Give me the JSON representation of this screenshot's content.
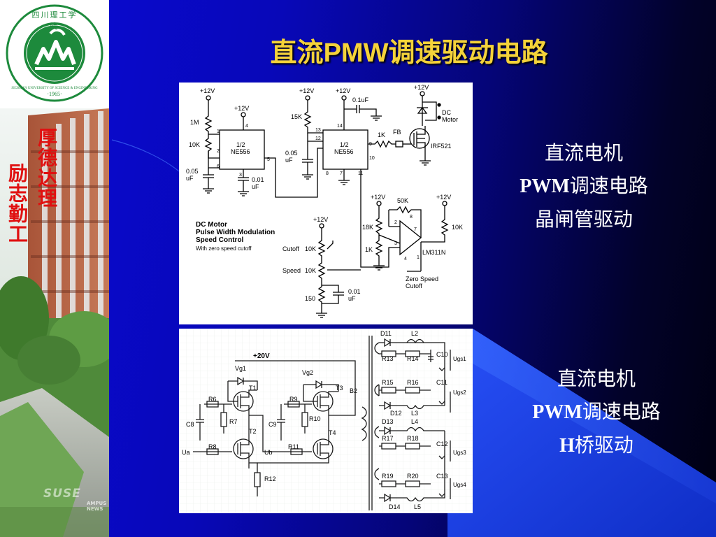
{
  "slide": {
    "title_latin": "PMW",
    "title_pre": "直流",
    "title_post": "调速驱动电路"
  },
  "sidebar": {
    "logo": {
      "name_cn": "四川理工学院",
      "name_en": "SICHUAN UNIVERSITY OF SCIENCE & ENGINEERING",
      "year": "·1965·"
    },
    "motto_line1": "厚德达理",
    "motto_line2": "励志勤工",
    "campus_mark": "SUSE",
    "campus_word_1": "AMPUS",
    "campus_word_2": "NEWS"
  },
  "figure1": {
    "supply": "+12V",
    "r1": "1M",
    "r2": "10K",
    "r3": "15K",
    "r4": "1K",
    "r5": "18K",
    "r6": "1K",
    "r7": "50K",
    "r8": "10K",
    "c1": "0.05",
    "c1u": "uF",
    "c2": "0.01",
    "c2u": "uF",
    "c3": "0.05",
    "c3u": "uF",
    "c4": "0.1uF",
    "c5": "0.01",
    "c5u": "uF",
    "chip1_a": "1/2",
    "chip1_b": "NE556",
    "chip2_a": "1/2",
    "chip2_b": "NE556",
    "fb": "FB",
    "mosfet": "IRF521",
    "motor_a": "DC",
    "motor_b": "Motor",
    "comparator": "LM311N",
    "cutoff_label": "Cutoff",
    "cutoff_val": "10K",
    "speed_label": "Speed",
    "speed_val": "10K",
    "r150": "150",
    "desc1": "DC Motor",
    "desc2": "Pulse Width Modulation",
    "desc3": "Speed Control",
    "desc4": "With zero speed cutoff",
    "zero1": "Zero Speed",
    "zero2": "Cutoff",
    "pins": {
      "p1": "1",
      "p2": "2",
      "p4": "4",
      "p6": "6",
      "p3": "3",
      "p5": "5",
      "p13": "13",
      "p12": "12",
      "p14": "14",
      "p9": "9",
      "p10": "10",
      "p8": "8",
      "p7": "7",
      "p11": "11",
      "op2": "2",
      "op3": "3",
      "op7": "7",
      "op4": "4",
      "op1": "1",
      "op8": "8"
    }
  },
  "figure2": {
    "supply": "+20V",
    "vg1": "Vg1",
    "vg2": "Vg2",
    "t1": "T1",
    "t2": "T2",
    "t3": "T3",
    "t4": "T4",
    "r6": "R6",
    "r7": "R7",
    "r8": "R8",
    "r9": "R9",
    "r10": "R10",
    "r11": "R11",
    "r12": "R12",
    "c8": "C8",
    "c9": "C9",
    "ua": "Ua",
    "ub": "Ub",
    "b2": "B2",
    "d11": "D11",
    "d12": "D12",
    "d13": "D13",
    "d14": "D14",
    "l2": "L2",
    "l3": "L3",
    "l4": "L4",
    "l5": "L5",
    "r13": "R13",
    "r14": "R14",
    "r15": "R15",
    "r16": "R16",
    "r17": "R17",
    "r18": "R18",
    "r19": "R19",
    "r20": "R20",
    "c10": "C10",
    "c11": "C11",
    "c12": "C12",
    "c13": "C13",
    "ugs1": "Ugs1",
    "ugs2": "Ugs2",
    "ugs3": "Ugs3",
    "ugs4": "Ugs4"
  },
  "caption1": {
    "line1": "直流电机",
    "line2_latin": "PWM",
    "line2_rest": "调速电路",
    "line3": "晶闸管驱动"
  },
  "caption2": {
    "line1": "直流电机",
    "line2_latin": "PWM",
    "line2_rest": "调速电路",
    "line3_latin": "H",
    "line3_rest": "桥驱动"
  },
  "colors": {
    "title": "#f4d23a",
    "motto": "#e01010",
    "caption": "#ffffff",
    "logo_green": "#1d8a3c"
  }
}
